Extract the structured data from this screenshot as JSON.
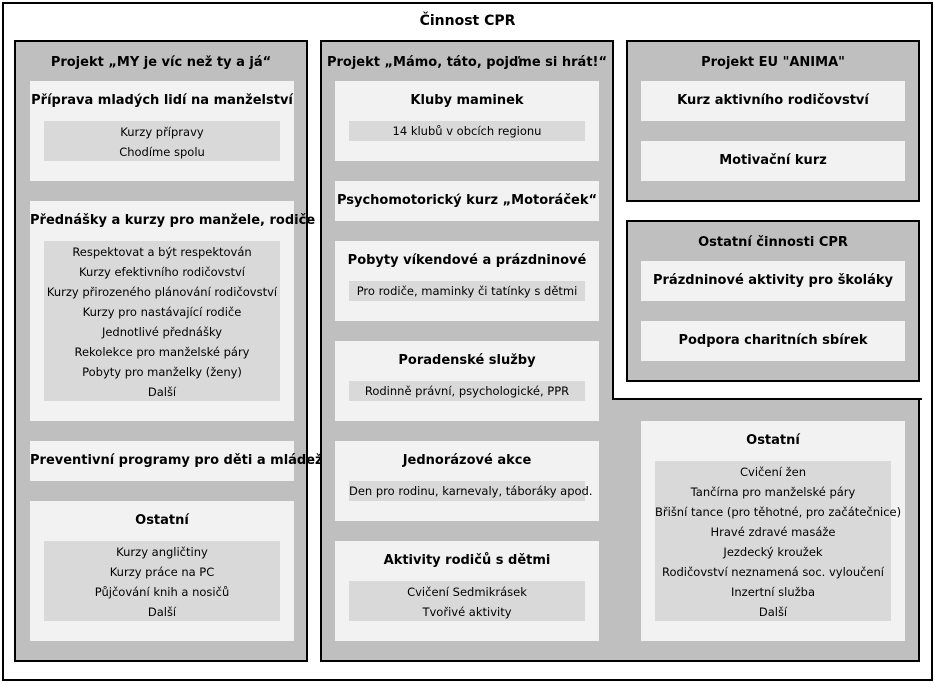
{
  "title": "Činnost CPR",
  "col1": {
    "title": "Projekt „MY je víc než ty a já“",
    "boxes": [
      {
        "title": "Příprava mladých lidí na manželství",
        "items": [
          "Kurzy přípravy",
          "Chodíme spolu"
        ]
      },
      {
        "title": "Přednášky a kurzy pro manžele, rodiče",
        "items": [
          "Respektovat a být respektován",
          "Kurzy efektivního rodičovství",
          "Kurzy přirozeného plánování rodičovství",
          "Kurzy pro nastávající rodiče",
          "Jednotlivé přednášky",
          "Rekolekce pro manželské páry",
          "Pobyty pro manželky (ženy)",
          "Další"
        ]
      },
      {
        "title": "Preventivní programy pro děti a mládež"
      },
      {
        "title": "Ostatní",
        "items": [
          "Kurzy angličtiny",
          "Kurzy práce na PC",
          "Půjčování knih a nosičů",
          "Další"
        ]
      }
    ]
  },
  "col2": {
    "title": "Projekt „Mámo, táto, pojďme si hrát!“",
    "boxes": [
      {
        "title": "Kluby maminek",
        "items": [
          "14 klubů v obcích regionu"
        ]
      },
      {
        "title": "Psychomotorický kurz „Motoráček“"
      },
      {
        "title": "Pobyty víkendové a prázdninové",
        "items": [
          "Pro rodiče, maminky či tatínky s dětmi"
        ]
      },
      {
        "title": "Poradenské služby",
        "items": [
          "Rodinně právní, psychologické, PPR"
        ]
      },
      {
        "title": "Jednorázové akce",
        "items": [
          "Den pro rodinu, karnevaly, táboráky apod."
        ]
      },
      {
        "title": "Aktivity rodičů s dětmi",
        "items": [
          "Cvičení Sedmikrásek",
          "Tvořivé aktivity"
        ]
      }
    ]
  },
  "col3a": {
    "title": "Projekt EU \"ANIMA\"",
    "boxes": [
      {
        "title": "Kurz aktivního rodičovství"
      },
      {
        "title": "Motivační kurz"
      }
    ]
  },
  "col3b": {
    "title": "Ostatní činnosti CPR",
    "boxes": [
      {
        "title": "Prázdninové aktivity pro školáky"
      },
      {
        "title": "Podpora charitních sbírek"
      }
    ]
  },
  "col3c": {
    "boxes": [
      {
        "title": "Ostatní",
        "items": [
          "Cvičení žen",
          "Tančírna pro manželské páry",
          "Břišní tance (pro těhotné, pro začátečnice)",
          "Hravé zdravé masáže",
          "Jezdecký kroužek",
          "Rodičovství neznamená soc. vyloučení",
          "Inzertní služba",
          "Další"
        ]
      }
    ]
  }
}
